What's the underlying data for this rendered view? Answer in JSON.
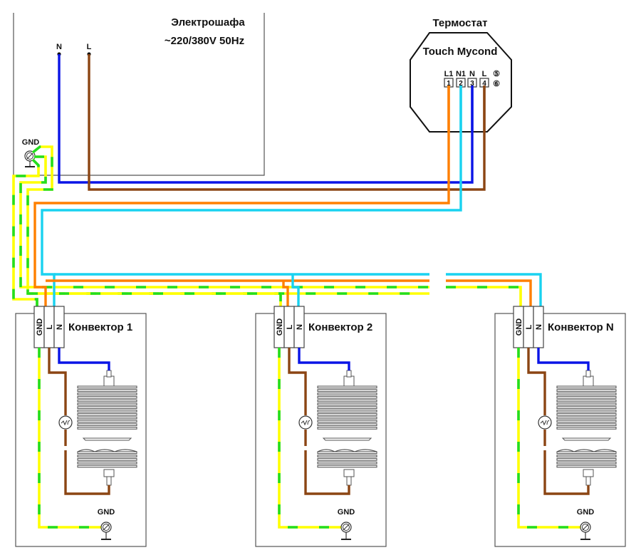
{
  "panel": {
    "title": "Электрошафа",
    "voltage": "~220/380V 50Hz",
    "terminal_n": "N",
    "terminal_l": "L",
    "gnd_label": "GND"
  },
  "thermostat": {
    "heading": "Термостат",
    "model": "Touch Mycond",
    "terminals": [
      {
        "label": "L1",
        "number": "1",
        "wire": "orange"
      },
      {
        "label": "N1",
        "number": "2",
        "wire": "cyan"
      },
      {
        "label": "N",
        "number": "3",
        "wire": "blue"
      },
      {
        "label": "L",
        "number": "4",
        "wire": "brown"
      }
    ],
    "extra_terminals": [
      "⑤",
      "⑥"
    ]
  },
  "convectors": [
    {
      "name": "Конвектор 1",
      "terminals": [
        "GND",
        "L",
        "N"
      ],
      "gnd_label": "GND"
    },
    {
      "name": "Конвектор 2",
      "terminals": [
        "GND",
        "L",
        "N"
      ],
      "gnd_label": "GND"
    },
    {
      "name": "Конвектор N",
      "terminals": [
        "GND",
        "L",
        "N"
      ],
      "gnd_label": "GND"
    }
  ],
  "colors": {
    "neutral": "#0a14e6",
    "line": "#8b4513",
    "switched_line": "#ff7f00",
    "switched_neutral": "#19d2f0",
    "ground_base": "#ffff00",
    "ground_stripe": "#22dd22",
    "outline": "#555555"
  }
}
